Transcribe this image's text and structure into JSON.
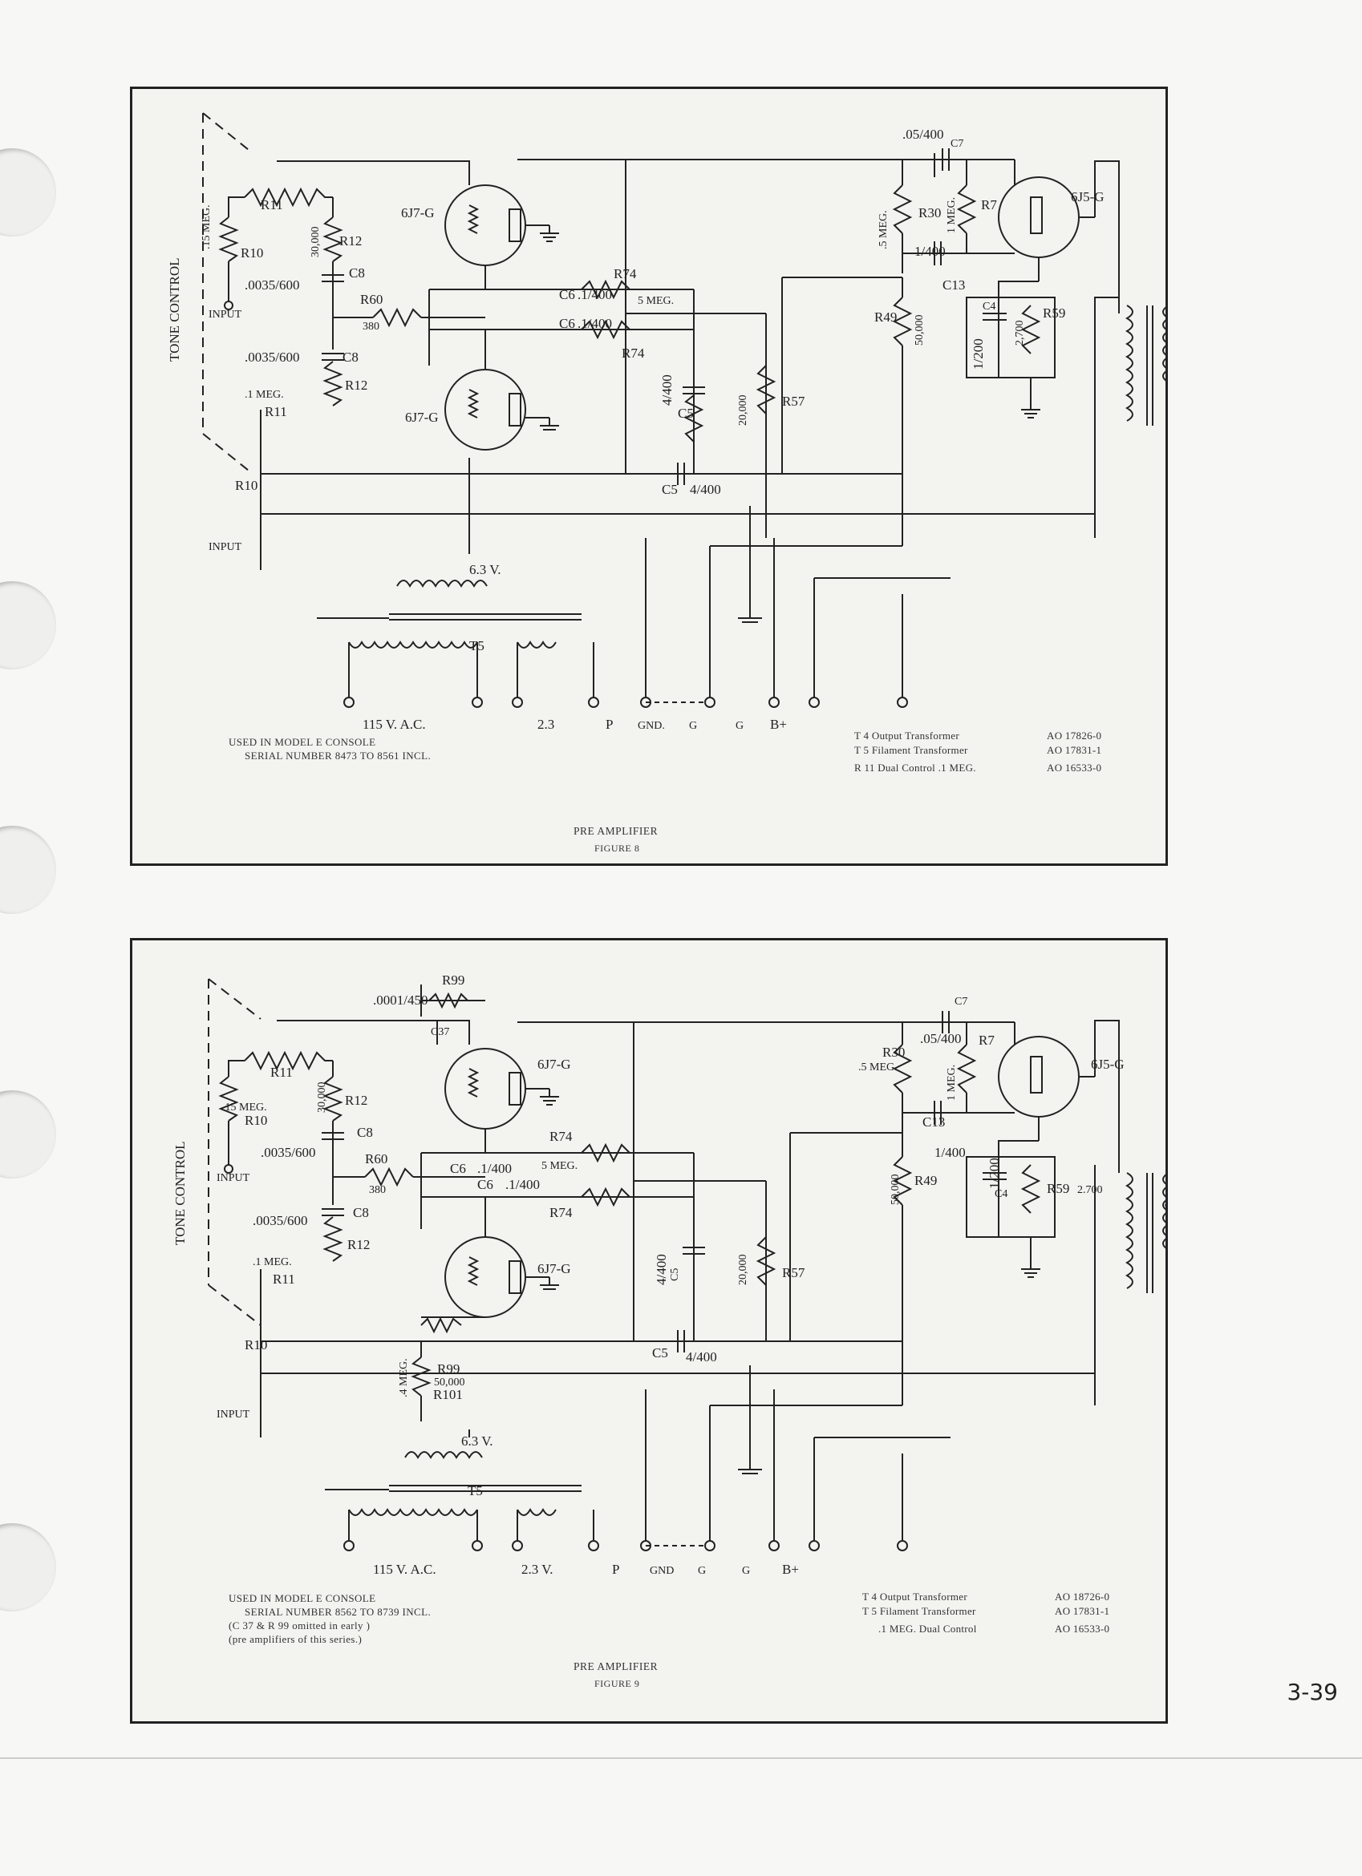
{
  "page_number": "3-39",
  "figures": [
    {
      "id": "figure-8",
      "title": "PRE AMPLIFIER",
      "number": "FIGURE 8",
      "side_label": "TONE CONTROL",
      "notes": [
        "USED IN MODEL E CONSOLE",
        "SERIAL NUMBER 8473 TO 8561 INCL."
      ],
      "parts": [
        {
          "ref": "T 4  Output Transformer",
          "code": "AO 17826-0"
        },
        {
          "ref": "T 5  Filament Transformer",
          "code": "AO 17831-1"
        },
        {
          "ref": "R 11 Dual Control  .1 MEG.",
          "code": "AO 16533-0"
        }
      ],
      "labels": {
        "r10_value": ".15 MEG.",
        "r10": "R10",
        "r11": "R11",
        "r12": "R12",
        "r12_value": "30,000",
        "c8": "C8",
        "c8_value": ".0035/600",
        "r60": "R60",
        "r60_value": "380",
        "c6": "C6",
        "c6_value": ".1/400",
        "r74": "R74",
        "r74_value": "5 MEG.",
        "tube_a": "6J7-G",
        "tube_b": "6J7-G",
        "tube_c": "6J5-G",
        "r11b_value": ".1 MEG.",
        "input": "INPUT",
        "c5": "C5",
        "c5_value": "4/400",
        "r57": "R57",
        "r57_value": "20,000",
        "c7_value": ".05/400",
        "c7": "C7",
        "r30": "R30",
        "r30_value": ".5 MEG.",
        "r7": "R7",
        "r7_value": "1 MEG.",
        "c13": "C13",
        "c13_value": "1/400",
        "r49": "R49",
        "r49_value": "50,000",
        "c4": "C4",
        "c4_value": "1/200",
        "r59": "R59",
        "r59_value": "2,700",
        "t4": "T4",
        "t5": "T5",
        "fil_v": "6.3 V.",
        "ac": "115 V. A.C.",
        "v23": "2.3",
        "term_p": "P",
        "term_gnd": "GND.",
        "term_g1": "G",
        "term_g2": "G",
        "term_b": "B+"
      }
    },
    {
      "id": "figure-9",
      "title": "PRE AMPLIFIER",
      "number": "FIGURE 9",
      "side_label": "TONE CONTROL",
      "notes": [
        "USED IN MODEL E CONSOLE",
        "SERIAL NUMBER 8562 TO 8739 INCL.",
        "(C 37 & R 99 omitted in early )",
        "(pre amplifiers of this series.)"
      ],
      "parts": [
        {
          "ref": "T 4 Output Transformer",
          "code": "AO 18726-0"
        },
        {
          "ref": "T 5 Filament Transformer",
          "code": "AO 17831-1"
        },
        {
          "ref": ".1 MEG. Dual Control",
          "code": "AO 16533-0"
        }
      ],
      "labels": {
        "r99": "R99",
        "c37_value": ".0001/450",
        "c37": "C37",
        "r10_value": ".15 MEG.",
        "r10": "R10",
        "r11": "R11",
        "r12": "R12",
        "r12_value": "30,000",
        "c8": "C8",
        "c8_value": ".0035/600",
        "r60": "R60",
        "r60_value": "380",
        "c6": "C6",
        "c6_value": ".1/400",
        "r74": "R74",
        "r74_value": "5 MEG.",
        "tube_a": "6J7-G",
        "tube_b": "6J7-G",
        "tube_c": "6J5-G",
        "r11b_value": ".1 MEG.",
        "input": "INPUT",
        "c5": "C5",
        "c5_value": "4/400",
        "r57": "R57",
        "r57_value": "20,000",
        "c7": "C7",
        "c7_value": ".05/400",
        "r30": "R30",
        "r30_value": ".5 MEG.",
        "r7": "R7",
        "r7_value": "1 MEG.",
        "c13": "C13",
        "c13_value": "1/400",
        "r49": "R49",
        "r49_value": "50,000",
        "c4": "C4",
        "c4_value": "1/200",
        "r59": "R59",
        "r59_value": "2.700",
        "t4": "T4",
        "t5": "T5",
        "r101": "R101",
        "r101_value": "50,000",
        "r101_meg": ".4 MEG.",
        "fil_v": "6.3 V.",
        "ac": "115 V. A.C.",
        "v23": "2.3 V.",
        "term_p": "P",
        "term_gnd": "GND",
        "term_g1": "G",
        "term_g2": "G",
        "term_b": "B+"
      }
    }
  ]
}
